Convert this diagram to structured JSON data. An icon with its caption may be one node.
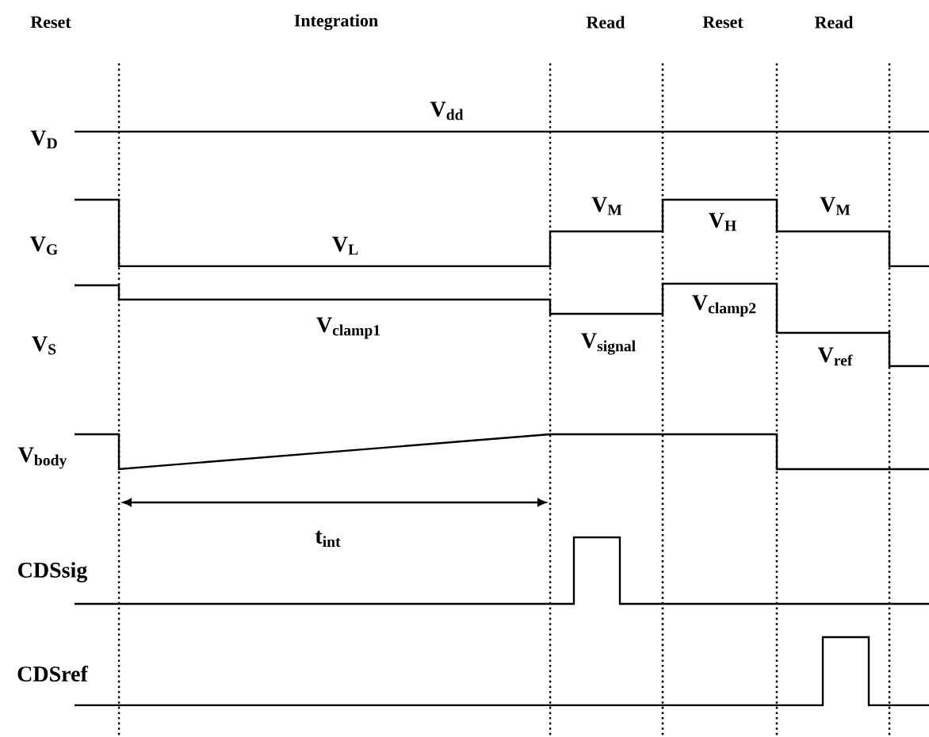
{
  "diagram": {
    "labels": [
      "Reset",
      "Integration",
      "Read",
      "Reset",
      "Read",
      "V$_{dd}$",
      "V$_{D}$",
      "V$_{M}$",
      "V$_{G}$",
      "V$_{L}$",
      "V$_{H}$",
      "V$_{M}$",
      "V$_{S}$",
      "V$_{clamp1}$",
      "V$_{clamp2}$",
      "V$_{signal}$",
      "V$_{ref}$",
      "V$_{body}$",
      "t$_{int}$",
      "CDSsig",
      "CDSref"
    ]
  }
}
